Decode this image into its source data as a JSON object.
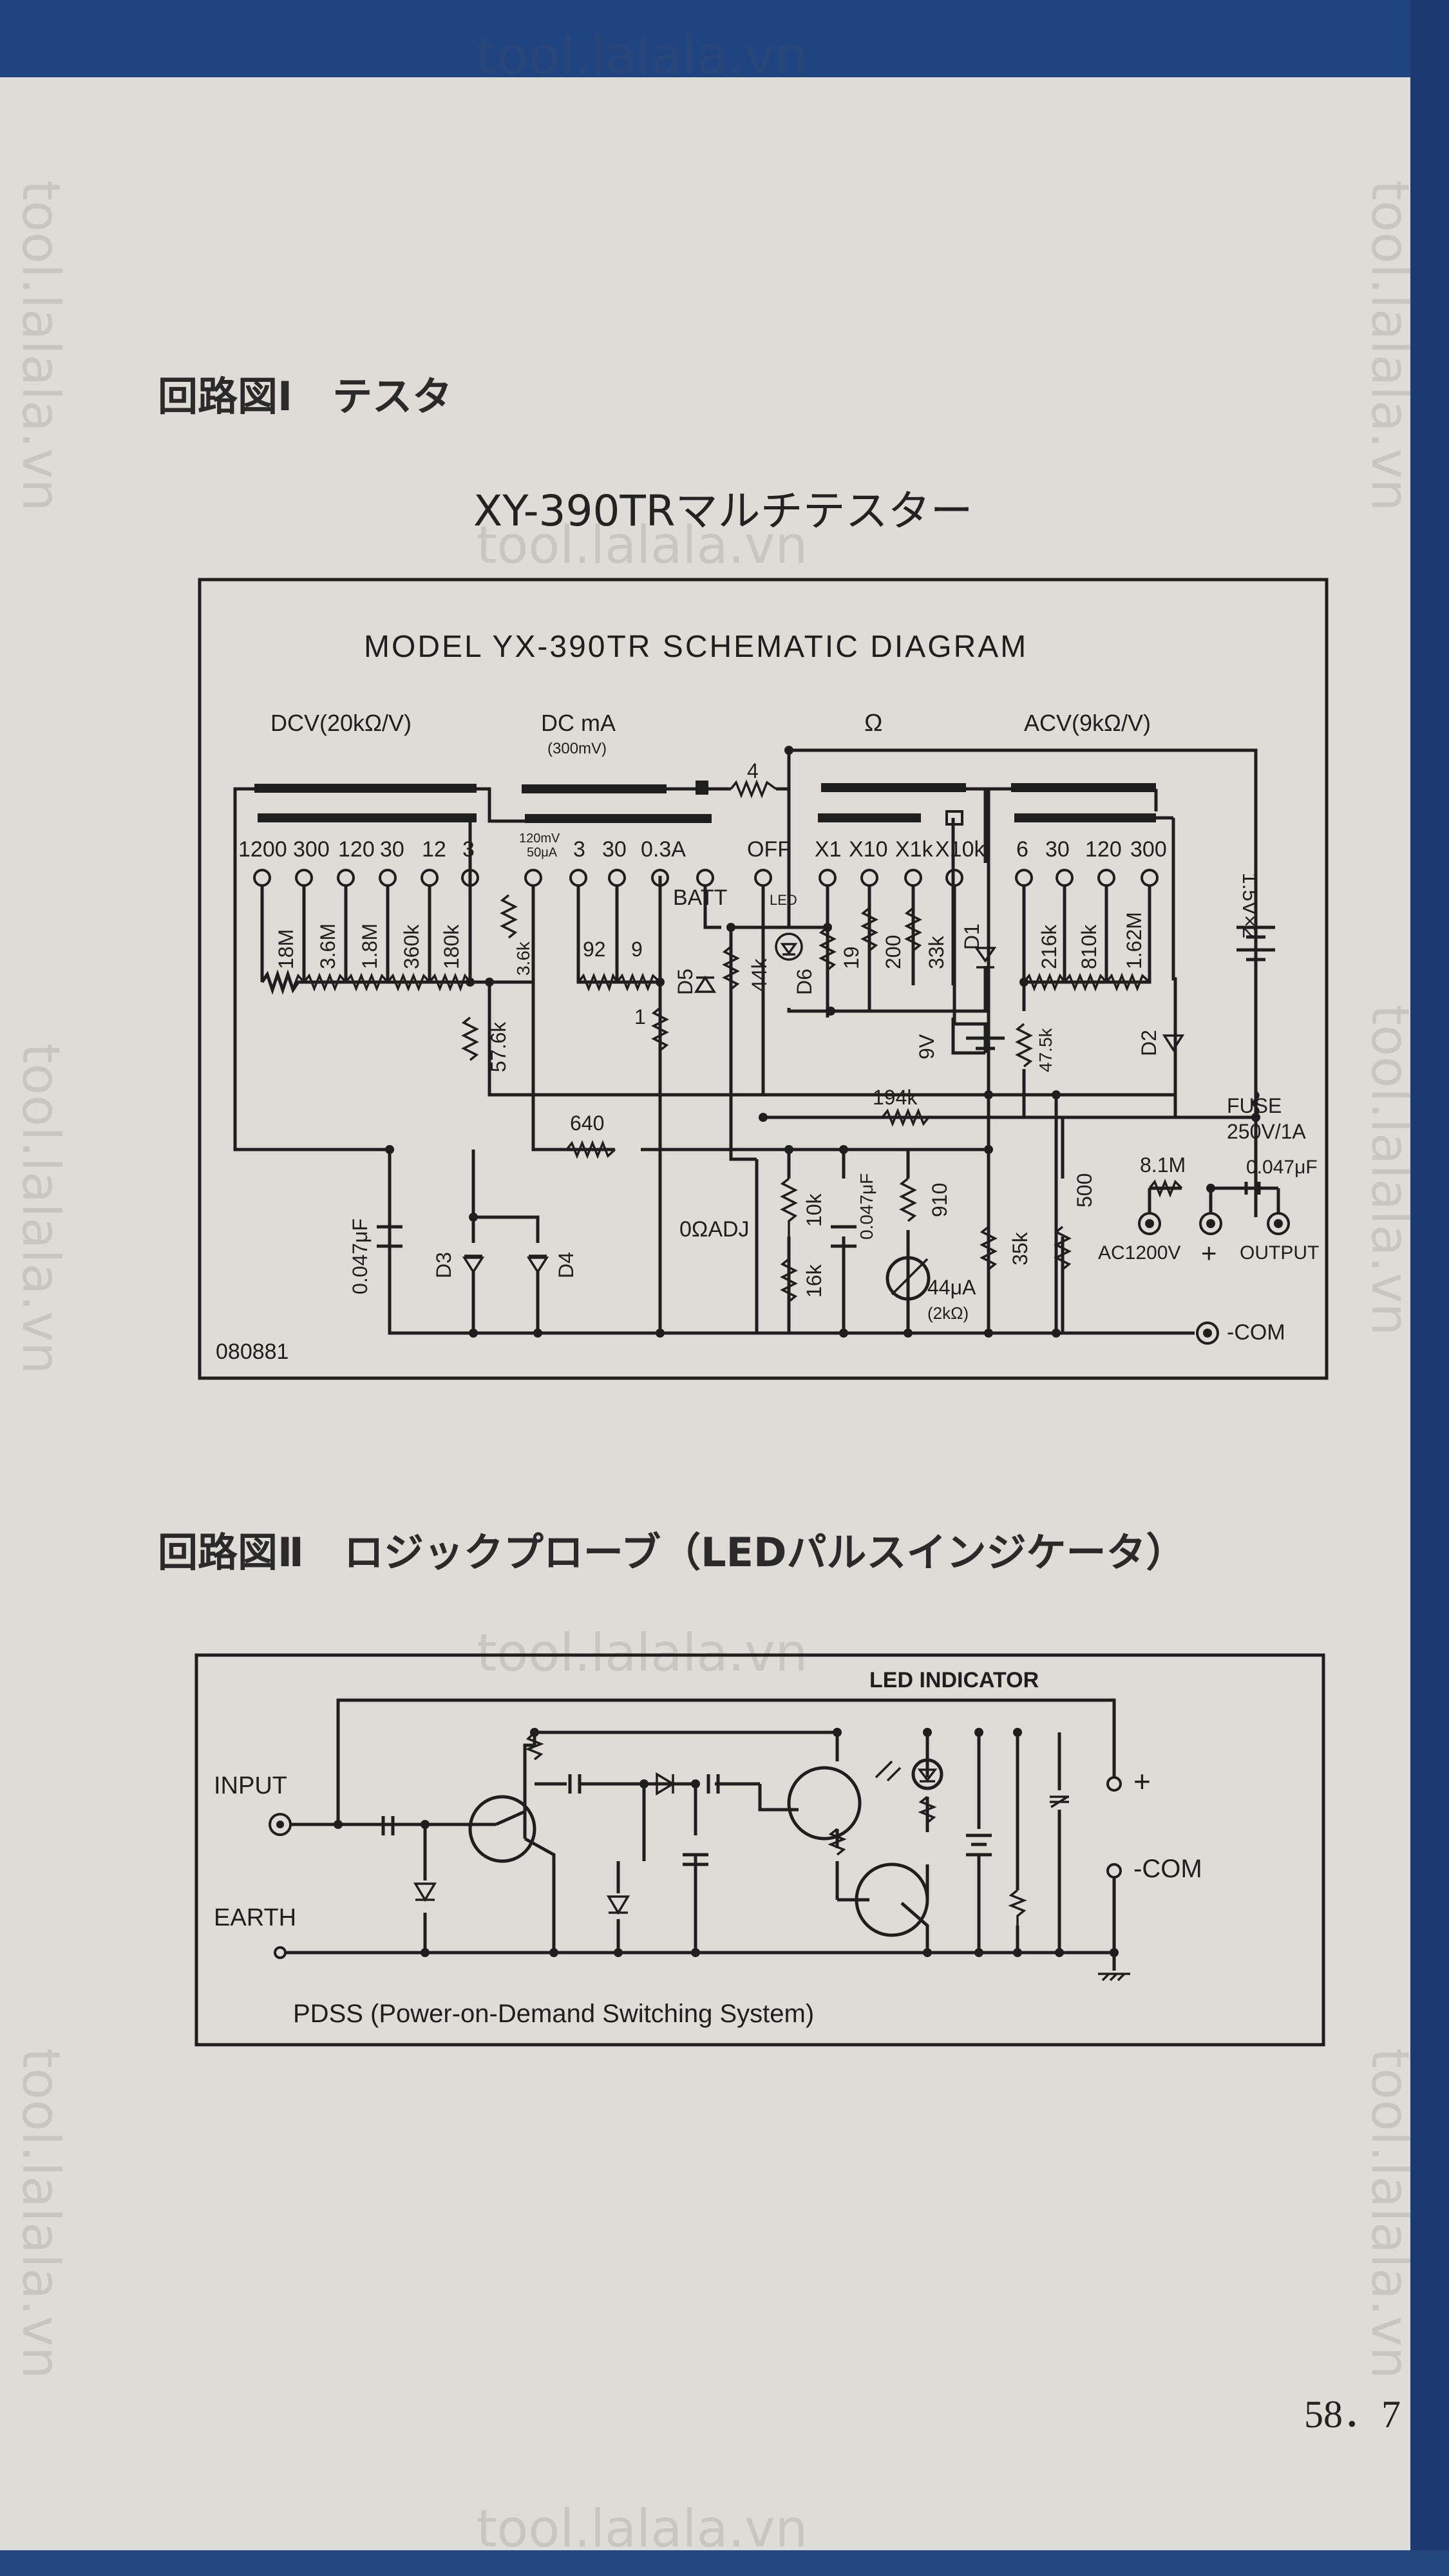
{
  "page": {
    "heading1": "回路図Ⅰ　テスタ",
    "title1": "XY-390TRマルチテスター",
    "heading2": "回路図Ⅱ　ロジックプローブ（LEDパルスインジケータ）",
    "page_number": "58．7",
    "watermark": "tool.lalala.vn"
  },
  "schematic1": {
    "title": "MODEL YX-390TR SCHEMATIC DIAGRAM",
    "sections": {
      "dcv": "DCV(20kΩ/V)",
      "dcma": "DC mA",
      "dcma_sub": "(300mV)",
      "ohm": "Ω",
      "acv": "ACV(9kΩ/V)"
    },
    "dcv_ranges": [
      "1200",
      "300",
      "120",
      "30",
      "12",
      "3"
    ],
    "dcma_ranges": [
      "120mV",
      "50μA",
      "3",
      "30",
      "0.3A"
    ],
    "ohm_ranges": [
      "OFF",
      "X1",
      "X10",
      "X1k",
      "X10k"
    ],
    "acv_ranges": [
      "6",
      "30",
      "120",
      "300"
    ],
    "batt_label": "BATT",
    "led_label": "LED",
    "resistors": [
      "18M",
      "3.6M",
      "1.8M",
      "360k",
      "180k",
      "3.6k",
      "57.6k",
      "92",
      "9",
      "1",
      "4",
      "44k",
      "19",
      "200",
      "33k",
      "216k",
      "810k",
      "1.62M",
      "47.5k",
      "194k",
      "640",
      "10k",
      "16k",
      "910",
      "35k",
      "500",
      "8.1M"
    ],
    "diodes": [
      "D1",
      "D2",
      "D3",
      "D4",
      "D5",
      "D6"
    ],
    "battery": "1.5V×2",
    "battery_9v": "9V",
    "fuse": "FUSE",
    "fuse_rating": "250V/1A",
    "capacitors": [
      "0.047μF",
      "0.047μF",
      "0.047μF"
    ],
    "zero_adj": "0ΩADJ",
    "meter": "44μA",
    "meter_res": "(2kΩ)",
    "terminals": [
      "AC1200V",
      "+",
      "OUTPUT",
      "-COM"
    ],
    "code": "080881"
  },
  "schematic2": {
    "led_indicator": "LED INDICATOR",
    "input": "INPUT",
    "earth": "EARTH",
    "plus": "+",
    "com": "-COM",
    "footer": "PDSS (Power-on-Demand Switching System)"
  }
}
